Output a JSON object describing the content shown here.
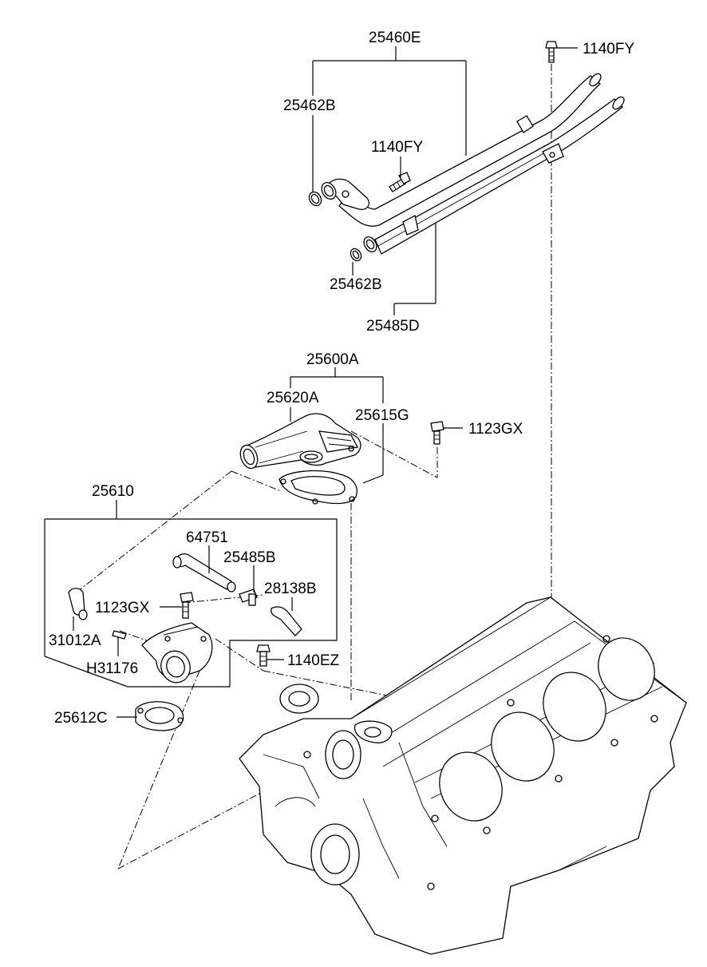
{
  "diagram": {
    "labels": {
      "p25460E": "25460E",
      "p1140FY_top": "1140FY",
      "p25462B_top": "25462B",
      "p1140FY_mid": "1140FY",
      "p25462B_bottom": "25462B",
      "p25485D": "25485D",
      "p25600A": "25600A",
      "p25620A": "25620A",
      "p25615G": "25615G",
      "p1123GX_right": "1123GX",
      "p25610": "25610",
      "p64751": "64751",
      "p25485B": "25485B",
      "p28138B": "28138B",
      "p1123GX_left": "1123GX",
      "p31012A": "31012A",
      "pH31176": "H31176",
      "p1140EZ": "1140EZ",
      "p25612C": "25612C"
    }
  }
}
